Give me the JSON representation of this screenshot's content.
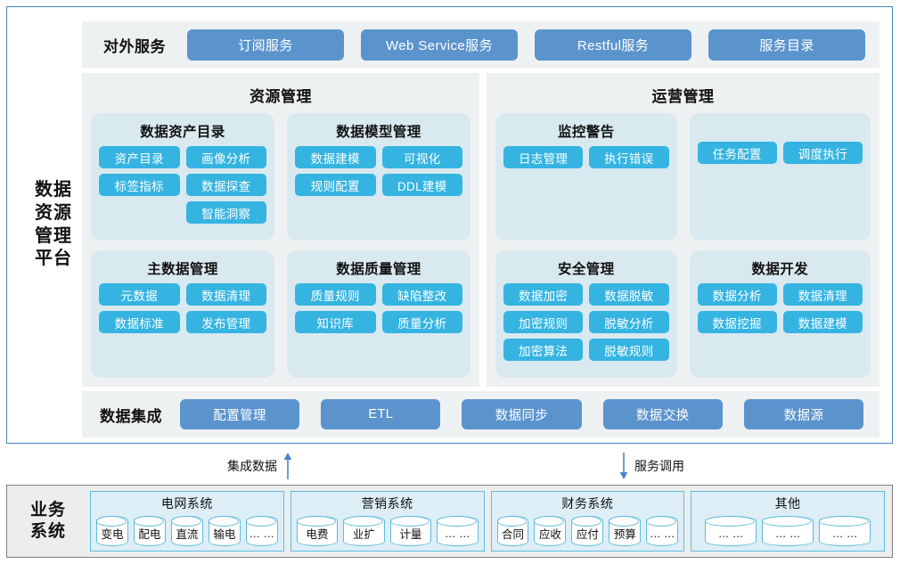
{
  "platform": {
    "title": "数据\n资源\n管理\n平台",
    "title_lines": [
      "数据",
      "资源",
      "管理",
      "平台"
    ]
  },
  "external_services": {
    "label": "对外服务",
    "buttons": [
      {
        "label": "订阅服务"
      },
      {
        "label": "Web Service服务"
      },
      {
        "label": "Restful服务"
      },
      {
        "label": "服务目录"
      }
    ]
  },
  "management": {
    "columns": [
      {
        "title": "资源管理",
        "cards": [
          {
            "title": "数据资产目录",
            "left_tags": [
              "资产目录",
              "标签指标"
            ],
            "right_tags": [
              "画像分析",
              "数据探查",
              "智能洞察"
            ]
          },
          {
            "title": "数据模型管理",
            "left_tags": [
              "数据建模",
              "规则配置"
            ],
            "right_tags": [
              "可视化",
              "DDL建模"
            ]
          },
          {
            "title": "主数据管理",
            "left_tags": [
              "元数据",
              "数据标准"
            ],
            "right_tags": [
              "数据清理",
              "发布管理"
            ]
          },
          {
            "title": "数据质量管理",
            "left_tags": [
              "质量规则",
              "知识库"
            ],
            "right_tags": [
              "缺陷整改",
              "质量分析"
            ]
          }
        ]
      },
      {
        "title": "运营管理",
        "cards": [
          {
            "title": "监控警告",
            "left_tags": [
              "日志管理"
            ],
            "right_tags": [
              "执行错误"
            ]
          },
          {
            "title": "",
            "left_tags": [
              "任务配置"
            ],
            "right_tags": [
              "调度执行"
            ]
          },
          {
            "title": "安全管理",
            "left_tags": [
              "数据加密",
              "加密规则",
              "加密算法"
            ],
            "right_tags": [
              "数据脱敏",
              "脱敏分析",
              "脱敏规则"
            ]
          },
          {
            "title": "数据开发",
            "left_tags": [
              "数据分析",
              "数据挖掘"
            ],
            "right_tags": [
              "数据清理",
              "数据建模"
            ]
          }
        ]
      }
    ]
  },
  "data_integration": {
    "label": "数据集成",
    "buttons": [
      {
        "label": "配置管理"
      },
      {
        "label": "ETL"
      },
      {
        "label": "数据同步"
      },
      {
        "label": "数据交换"
      },
      {
        "label": "数据源"
      }
    ]
  },
  "connectors": [
    {
      "label": "集成数据",
      "direction": "up"
    },
    {
      "label": "服务调用",
      "direction": "down"
    }
  ],
  "business_systems": {
    "title_lines": [
      "业务",
      "系统"
    ],
    "groups": [
      {
        "title": "电网系统",
        "nodes": [
          "变电",
          "配电",
          "直流",
          "输电",
          "… …"
        ]
      },
      {
        "title": "营销系统",
        "nodes": [
          "电费",
          "业扩",
          "计量",
          "… …"
        ]
      },
      {
        "title": "财务系统",
        "nodes": [
          "合同",
          "应收",
          "应付",
          "预算",
          "… …"
        ]
      },
      {
        "title": "其他",
        "nodes": [
          "… …",
          "… …",
          "… …"
        ]
      }
    ]
  },
  "colors": {
    "frame_blue": "#4a86c5",
    "band_gray": "#eef1f2",
    "card_blue": "#d9e9f0",
    "tag_blue": "#35b4e2",
    "button_blue": "#5b94cd",
    "biz_frame_gray": "#7f7f7f",
    "biz_group_border": "#5fbcdf",
    "biz_group_bg": "#ddeef6",
    "arrow_blue": "#4a86c5"
  }
}
